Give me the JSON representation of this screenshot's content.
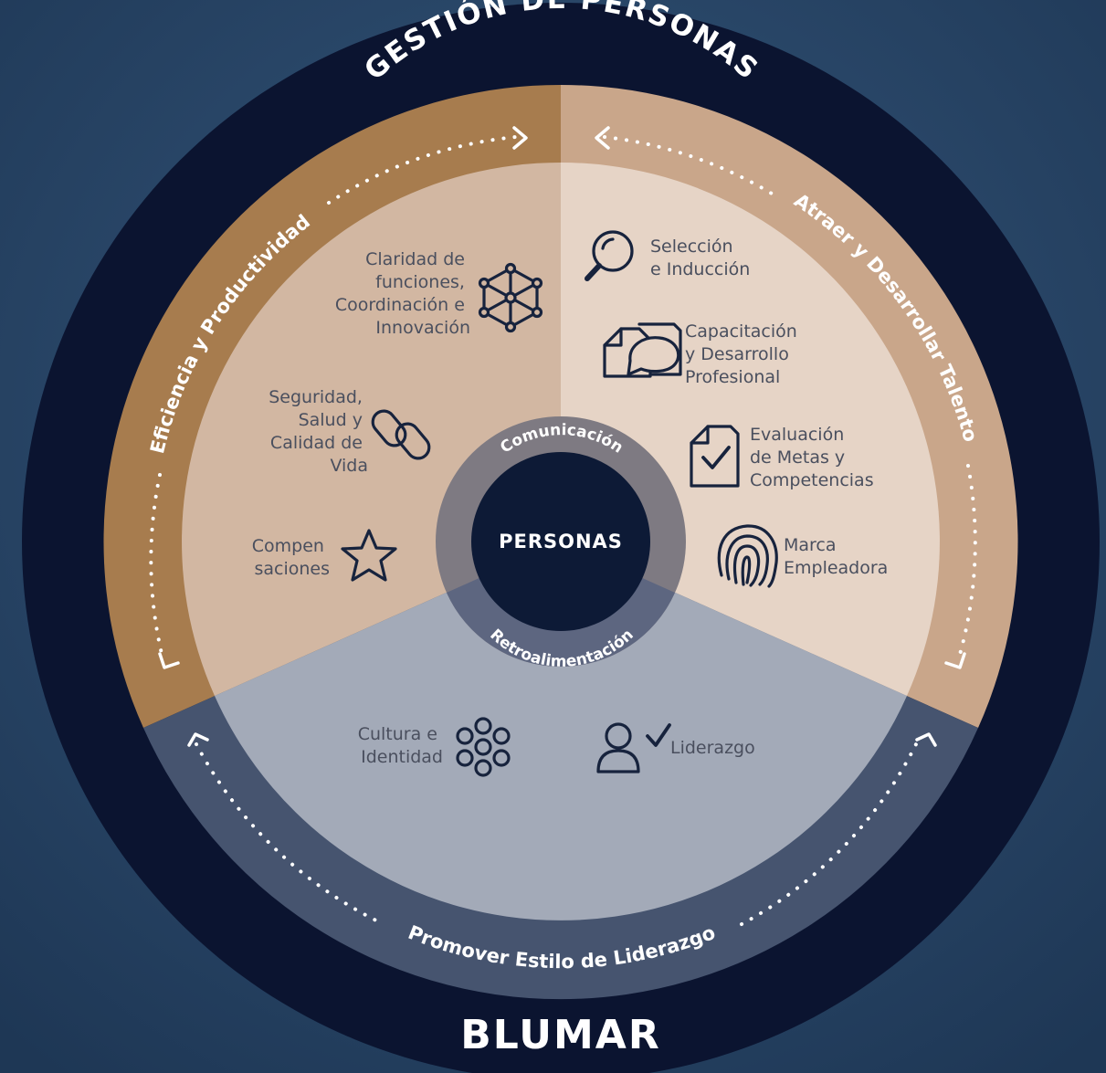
{
  "title": "GESTIÓN DE PERSONAS",
  "brand": "BLUMAR",
  "center": {
    "label": "PERSONAS",
    "ring_top": "Comunicación",
    "ring_bottom": "Retroalimentación"
  },
  "cycle": {
    "left": "Eficiencia y Productividad",
    "right": "Atraer y Desarrollar Talento",
    "bottom": "Promover Estilo de Liderazgo"
  },
  "items": {
    "claridad": [
      "Claridad de",
      "funciones,",
      "Coordinación e",
      "Innovación"
    ],
    "seguridad": [
      "Seguridad,",
      "Salud y",
      "Calidad de",
      "Vida"
    ],
    "compensaciones": [
      "Compen",
      "saciones"
    ],
    "seleccion": [
      "Selección",
      "e Inducción"
    ],
    "capacitacion": [
      "Capacitación",
      "y Desarrollo",
      "Profesional"
    ],
    "evaluacion": [
      "Evaluación",
      "de Metas y",
      "Competencias"
    ],
    "marca": [
      "Marca",
      "Empleadora"
    ],
    "cultura": [
      "Cultura e",
      "Identidad"
    ],
    "liderazgo": [
      "Liderazgo"
    ]
  },
  "icons": {
    "claridad": "network-icon",
    "seguridad": "chain-link-icon",
    "compensaciones": "star-icon",
    "seleccion": "magnifier-icon",
    "capacitacion": "documents-chat-icon",
    "evaluacion": "checklist-document-icon",
    "marca": "fingerprint-icon",
    "cultura": "circles-cluster-icon",
    "liderazgo": "person-check-icon"
  },
  "colors": {
    "background": "#2a4666",
    "outer_ring": "#0b1430",
    "left_band": "#a77c4e",
    "left_sector": "#d2b7a2",
    "right_band": "#c9a68a",
    "right_sector": "#e6d4c6",
    "bottom_band": "#46546f",
    "bottom_sector": "#a3aab8",
    "hub_ring": "#7e7a82",
    "hub_center": "#0d1a36",
    "icon": "#17233d",
    "text": "#4a4f5e"
  }
}
